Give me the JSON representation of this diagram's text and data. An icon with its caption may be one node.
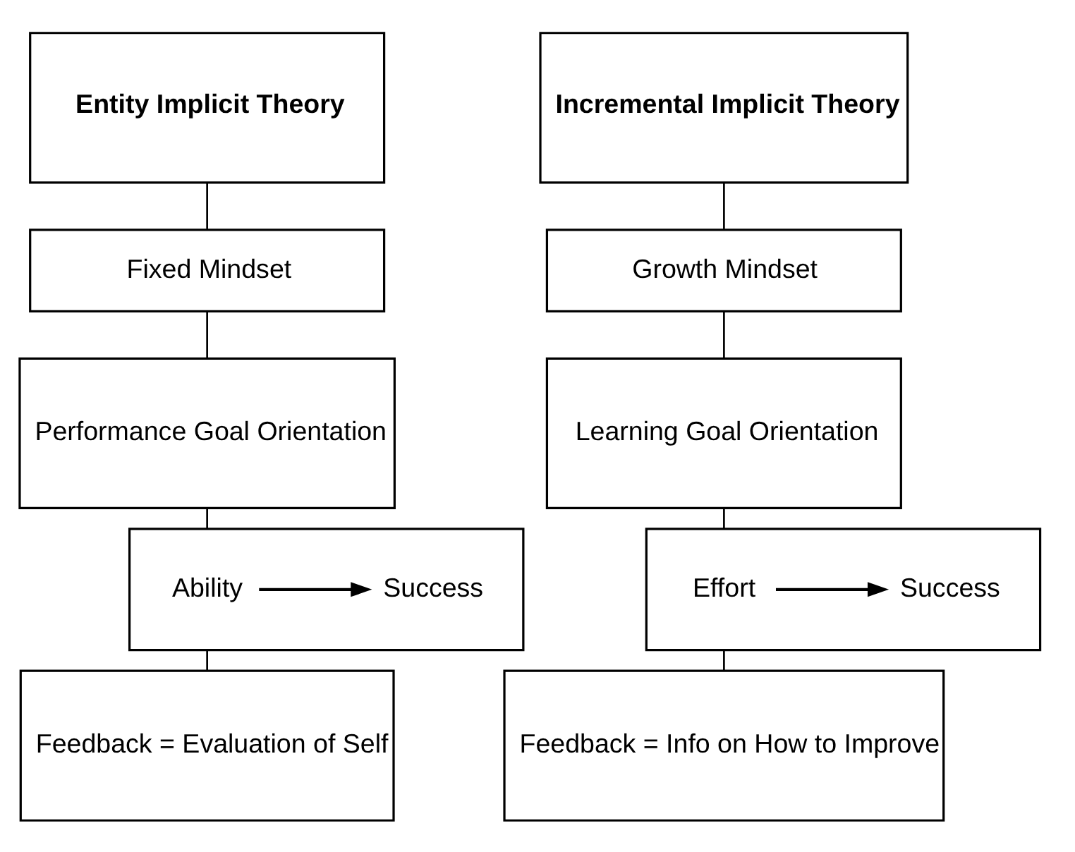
{
  "diagram": {
    "nodes": [
      {
        "text": [
          "Entity Implicit Theory"
        ]
      },
      {
        "text": [
          "Fixed Mindset"
        ]
      },
      {
        "text": [
          "Performance Goal Orientation"
        ]
      },
      {
        "text": [],
        "shape": "box"
      },
      {
        "text": [
          "Ability"
        ],
        "in": 3
      },
      {
        "text": [
          "Success"
        ],
        "in": 3
      },
      {
        "text": [
          "Feedback = Evaluation of Self"
        ]
      },
      {
        "text": [
          "Incremental Implicit Theory"
        ]
      },
      {
        "text": [
          "Growth Mindset"
        ]
      },
      {
        "text": [
          "Learning Goal Orientation"
        ]
      },
      {
        "text": [],
        "shape": "box"
      },
      {
        "text": [
          "Effort"
        ],
        "in": 10
      },
      {
        "text": [
          "Success"
        ],
        "in": 10
      },
      {
        "text": [
          "Feedback = Info on How to Improve"
        ]
      }
    ],
    "edges": [
      {
        "from": 0,
        "to": 1,
        "arrow": "none"
      },
      {
        "from": 1,
        "to": 2,
        "arrow": "none"
      },
      {
        "from": 2,
        "to": 3,
        "arrow": "none"
      },
      {
        "from": 3,
        "to": 6,
        "arrow": "none"
      },
      {
        "from": 4,
        "to": 5,
        "arrow": "to"
      },
      {
        "from": 7,
        "to": 8,
        "arrow": "none"
      },
      {
        "from": 8,
        "to": 9,
        "arrow": "none"
      },
      {
        "from": 9,
        "to": 10,
        "arrow": "none"
      },
      {
        "from": 10,
        "to": 13,
        "arrow": "none"
      },
      {
        "from": 11,
        "to": 12,
        "arrow": "to"
      }
    ]
  }
}
